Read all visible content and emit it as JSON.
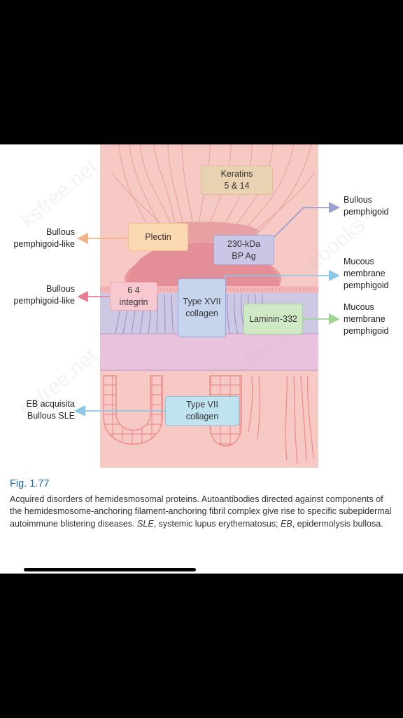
{
  "figure": {
    "boxes": {
      "keratins": "Keratins\n5 & 14",
      "plectin": "Plectin",
      "bp_ag": "230-kDa\nBP Ag",
      "integrin": "6  4\nintegrin",
      "type_xvii": "Type XVII\ncollagen",
      "laminin": "Laminin-332",
      "type_vii": "Type VII\ncollagen"
    },
    "diseases": {
      "bullous_pemphigoid": "Bullous\npemphigoid",
      "bullous_pemphigoid_like_1": "Bullous\npemphigoid-like",
      "bullous_pemphigoid_like_2": "Bullous\npemphigoid-like",
      "mucous_membrane_1": "Mucous\nmembrane\npemphigoid",
      "mucous_membrane_2": "Mucous\nmembrane\npemphigoid",
      "eb_acquisita": "EB acquisita\nBullous SLE"
    },
    "colors": {
      "background_tissue": "#f6c9c4",
      "keratin_box": "#e8d2b2",
      "plectin_box": "#fbd9b2",
      "bp_ag_box": "#c9c6e6",
      "integrin_box": "#f7c8cf",
      "type_xvii_box": "#c6d4ee",
      "laminin_box": "#cfe9c6",
      "type_vii_box": "#bfe3ef",
      "arrow_orange": "#f4b48a",
      "arrow_pink": "#ea7f94",
      "arrow_purple": "#9aa0cf",
      "arrow_green": "#9fd591",
      "arrow_blue": "#8bc7e8"
    }
  },
  "caption": {
    "figure_number": "Fig. 1.77",
    "part1": "Acquired disorders of hemidesmosomal proteins. Autoantibodies directed against components of the hemidesmosome-anchoring filament-anchoring fibril complex give rise to specific subepidermal autoimmune blistering diseases. ",
    "abbr_sle": "SLE",
    "part2": ", systemic lupus erythematosus; ",
    "abbr_eb": "EB",
    "part3": ", epidermolysis bullosa."
  }
}
